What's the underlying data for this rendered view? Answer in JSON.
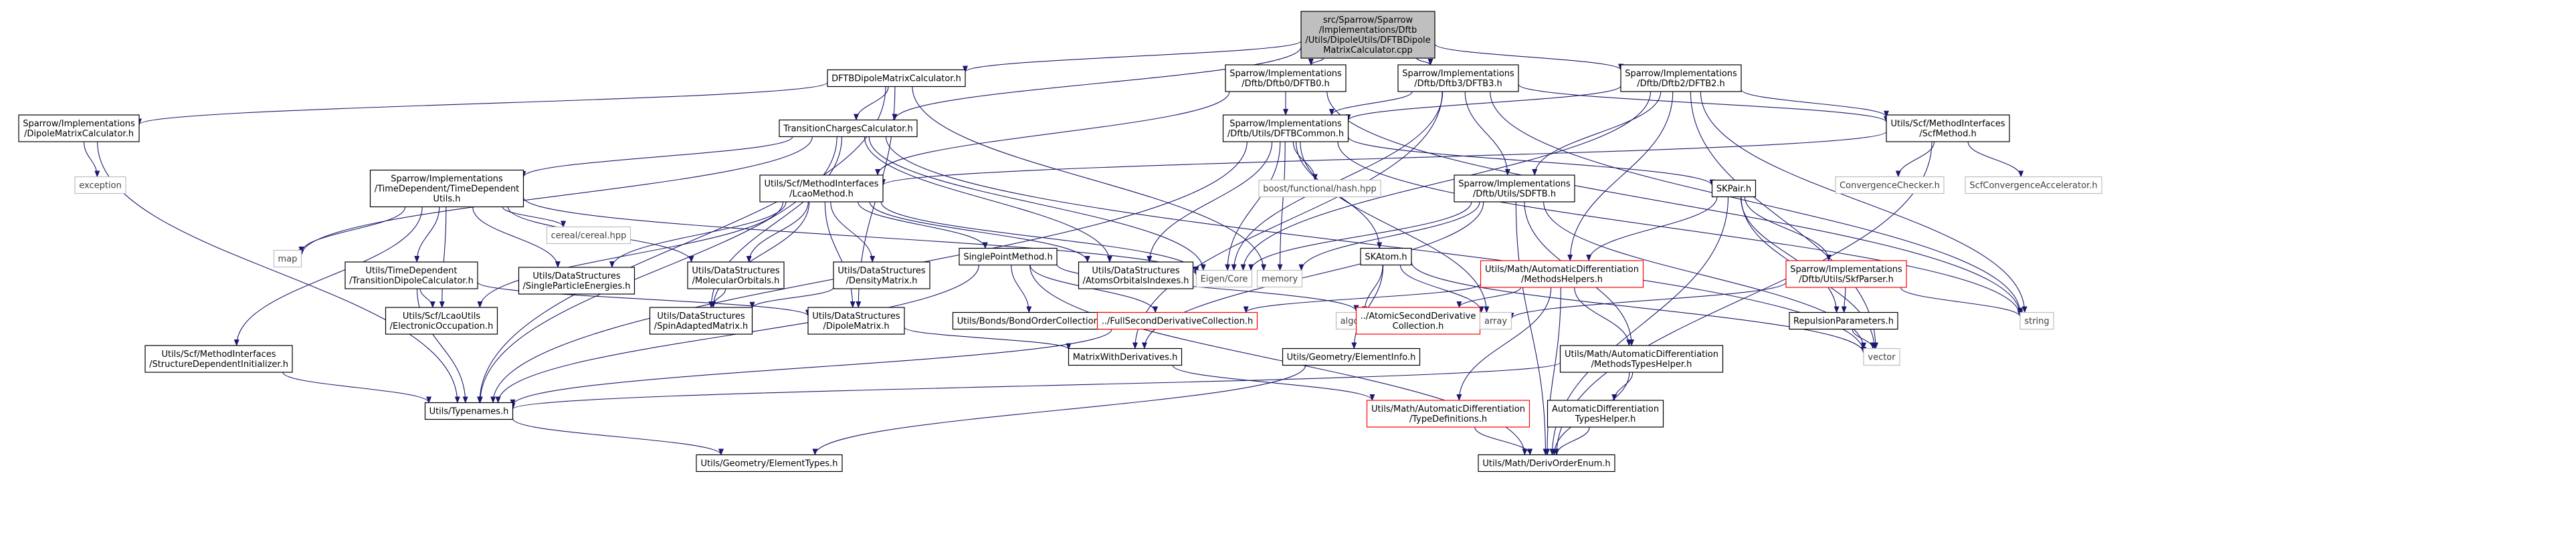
{
  "colors": {
    "edge": "#191970",
    "node_border": "#000000",
    "node_fill": "#ffffff",
    "root_fill": "#bfbfbf",
    "missing_border": "#ff0000",
    "external_border": "#bfbfbf",
    "external_text": "#404040"
  },
  "nodes": [
    {
      "id": "root",
      "kind": "root",
      "lines": [
        "src/Sparrow/Sparrow",
        "/Implementations/Dftb",
        "/Utils/DipoleUtils/DFTBDipole",
        "MatrixCalculator.cpp"
      ]
    },
    {
      "id": "dftbdipole",
      "kind": "normal",
      "lines": [
        "DFTBDipoleMatrixCalculator.h"
      ]
    },
    {
      "id": "dftb0",
      "kind": "normal",
      "lines": [
        "Sparrow/Implementations",
        "/Dftb/Dftb0/DFTB0.h"
      ]
    },
    {
      "id": "dftb3",
      "kind": "normal",
      "lines": [
        "Sparrow/Implementations",
        "/Dftb/Dftb3/DFTB3.h"
      ]
    },
    {
      "id": "dftb2",
      "kind": "normal",
      "lines": [
        "Sparrow/Implementations",
        "/Dftb/Dftb2/DFTB2.h"
      ]
    },
    {
      "id": "dipolecalc",
      "kind": "normal",
      "lines": [
        "Sparrow/Implementations",
        "/DipoleMatrixCalculator.h"
      ]
    },
    {
      "id": "tcc",
      "kind": "normal",
      "lines": [
        "TransitionChargesCalculator.h"
      ]
    },
    {
      "id": "dftbcommon",
      "kind": "normal",
      "lines": [
        "Sparrow/Implementations",
        "/Dftb/Utils/DFTBCommon.h"
      ]
    },
    {
      "id": "scfmethod",
      "kind": "normal",
      "lines": [
        "Utils/Scf/MethodInterfaces",
        "/ScfMethod.h"
      ]
    },
    {
      "id": "exception",
      "kind": "external",
      "lines": [
        "exception"
      ]
    },
    {
      "id": "tdutils",
      "kind": "normal",
      "lines": [
        "Sparrow/Implementations",
        "/TimeDependent/TimeDependent",
        "Utils.h"
      ]
    },
    {
      "id": "lcao",
      "kind": "normal",
      "lines": [
        "Utils/Scf/MethodInterfaces",
        "/LcaoMethod.h"
      ]
    },
    {
      "id": "boosthash",
      "kind": "external",
      "lines": [
        "boost/functional/hash.hpp"
      ]
    },
    {
      "id": "sdftb",
      "kind": "normal",
      "lines": [
        "Sparrow/Implementations",
        "/Dftb/Utils/SDFTB.h"
      ]
    },
    {
      "id": "skpair",
      "kind": "normal",
      "lines": [
        "SKPair.h"
      ]
    },
    {
      "id": "convchecker",
      "kind": "external",
      "lines": [
        "ConvergenceChecker.h"
      ]
    },
    {
      "id": "scfaccel",
      "kind": "external",
      "lines": [
        "ScfConvergenceAccelerator.h"
      ]
    },
    {
      "id": "map",
      "kind": "external",
      "lines": [
        "map"
      ]
    },
    {
      "id": "cereal",
      "kind": "external",
      "lines": [
        "cereal/cereal.hpp"
      ]
    },
    {
      "id": "tddipole",
      "kind": "normal",
      "lines": [
        "Utils/TimeDependent",
        "/TransitionDipoleCalculator.h"
      ]
    },
    {
      "id": "singleparticle",
      "kind": "normal",
      "lines": [
        "Utils/DataStructures",
        "/SingleParticleEnergies.h"
      ]
    },
    {
      "id": "molorbitals",
      "kind": "normal",
      "lines": [
        "Utils/DataStructures",
        "/MolecularOrbitals.h"
      ]
    },
    {
      "id": "densitymatrix",
      "kind": "normal",
      "lines": [
        "Utils/DataStructures",
        "/DensityMatrix.h"
      ]
    },
    {
      "id": "singlepoint",
      "kind": "normal",
      "lines": [
        "SinglePointMethod.h"
      ]
    },
    {
      "id": "eigencore",
      "kind": "external",
      "lines": [
        "Eigen/Core"
      ]
    },
    {
      "id": "atomsorbital",
      "kind": "normal",
      "lines": [
        "Utils/DataStructures",
        "/AtomsOrbitalsIndexes.h"
      ]
    },
    {
      "id": "memory",
      "kind": "external",
      "lines": [
        "memory"
      ]
    },
    {
      "id": "skatom",
      "kind": "normal",
      "lines": [
        "SKAtom.h"
      ]
    },
    {
      "id": "autodiffhelpers",
      "kind": "missing",
      "lines": [
        "Utils/Math/AutomaticDifferentiation",
        "/MethodsHelpers.h"
      ]
    },
    {
      "id": "skfparser",
      "kind": "missing",
      "lines": [
        "Sparrow/Implementations",
        "/Dftb/Utils/SkfParser.h"
      ]
    },
    {
      "id": "string",
      "kind": "external",
      "lines": [
        "string"
      ]
    },
    {
      "id": "structinit",
      "kind": "normal",
      "lines": [
        "Utils/Scf/MethodInterfaces",
        "/StructureDependentInitializer.h"
      ]
    },
    {
      "id": "elecocc",
      "kind": "normal",
      "lines": [
        "Utils/Scf/LcaoUtils",
        "/ElectronicOccupation.h"
      ]
    },
    {
      "id": "spinadapted",
      "kind": "normal",
      "lines": [
        "Utils/DataStructures",
        "/SpinAdaptedMatrix.h"
      ]
    },
    {
      "id": "dipolematrix",
      "kind": "normal",
      "lines": [
        "Utils/DataStructures",
        "/DipoleMatrix.h"
      ]
    },
    {
      "id": "bondorder",
      "kind": "normal",
      "lines": [
        "Utils/Bonds/BondOrderCollection.h"
      ]
    },
    {
      "id": "fullsecond",
      "kind": "missing",
      "lines": [
        "../FullSecondDerivativeCollection.h"
      ]
    },
    {
      "id": "algorithm",
      "kind": "external",
      "lines": [
        "algorithm"
      ]
    },
    {
      "id": "atomicsecond",
      "kind": "missing",
      "lines": [
        "../AtomicSecondDerivative",
        "Collection.h"
      ]
    },
    {
      "id": "array",
      "kind": "external",
      "lines": [
        "array"
      ]
    },
    {
      "id": "repulsion",
      "kind": "normal",
      "lines": [
        "RepulsionParameters.h"
      ]
    },
    {
      "id": "elementinfo",
      "kind": "normal",
      "lines": [
        "Utils/Geometry/ElementInfo.h"
      ]
    },
    {
      "id": "matrixderiv",
      "kind": "normal",
      "lines": [
        "MatrixWithDerivatives.h"
      ]
    },
    {
      "id": "methodstypes",
      "kind": "normal",
      "lines": [
        "Utils/Math/AutomaticDifferentiation",
        "/MethodsTypesHelper.h"
      ]
    },
    {
      "id": "vector",
      "kind": "external",
      "lines": [
        "vector"
      ]
    },
    {
      "id": "typenames",
      "kind": "normal",
      "lines": [
        "Utils/Typenames.h"
      ]
    },
    {
      "id": "typedefs",
      "kind": "missing",
      "lines": [
        "Utils/Math/AutomaticDifferentiation",
        "/TypeDefinitions.h"
      ]
    },
    {
      "id": "autodifftypes",
      "kind": "normal",
      "lines": [
        "AutomaticDifferentiation",
        "TypesHelper.h"
      ]
    },
    {
      "id": "elementtypes",
      "kind": "normal",
      "lines": [
        "Utils/Geometry/ElementTypes.h"
      ]
    },
    {
      "id": "derivorder",
      "kind": "normal",
      "lines": [
        "Utils/Math/DerivOrderEnum.h"
      ]
    }
  ],
  "edges": [
    [
      "root",
      "dftbdipole"
    ],
    [
      "root",
      "dftb0"
    ],
    [
      "root",
      "dftb3"
    ],
    [
      "root",
      "dftb2"
    ],
    [
      "root",
      "tcc"
    ],
    [
      "dftbdipole",
      "dipolecalc"
    ],
    [
      "dftbdipole",
      "tcc"
    ],
    [
      "dftbdipole",
      "typenames"
    ],
    [
      "dftbdipole",
      "dipolematrix"
    ],
    [
      "dftbdipole",
      "memory"
    ],
    [
      "dipolecalc",
      "exception"
    ],
    [
      "dipolecalc",
      "typenames"
    ],
    [
      "tcc",
      "tdutils"
    ],
    [
      "tcc",
      "map"
    ],
    [
      "tcc",
      "spinadapted"
    ],
    [
      "tcc",
      "atomsorbital"
    ],
    [
      "tcc",
      "eigencore"
    ],
    [
      "tcc",
      "typenames"
    ],
    [
      "tcc",
      "vector"
    ],
    [
      "dftb0",
      "lcao"
    ],
    [
      "dftb0",
      "dftbcommon"
    ],
    [
      "dftb0",
      "string"
    ],
    [
      "dftb3",
      "dftbcommon"
    ],
    [
      "dftb3",
      "sdftb"
    ],
    [
      "dftb3",
      "scfmethod"
    ],
    [
      "dftb3",
      "eigencore"
    ],
    [
      "dftb3",
      "matrixderiv"
    ],
    [
      "dftb3",
      "string"
    ],
    [
      "dftb2",
      "dftbcommon"
    ],
    [
      "dftb2",
      "sdftb"
    ],
    [
      "dftb2",
      "scfmethod"
    ],
    [
      "dftb2",
      "eigencore"
    ],
    [
      "dftb2",
      "vector"
    ],
    [
      "dftb2",
      "string"
    ],
    [
      "dftb2",
      "autodiffhelpers"
    ],
    [
      "dftbcommon",
      "skatom"
    ],
    [
      "dftbcommon",
      "skpair"
    ],
    [
      "dftbcommon",
      "atomsorbital"
    ],
    [
      "dftbcommon",
      "boosthash"
    ],
    [
      "dftbcommon",
      "memory"
    ],
    [
      "dftbcommon",
      "typenames"
    ],
    [
      "dftbcommon",
      "array"
    ],
    [
      "dftbcommon",
      "eigencore"
    ],
    [
      "dftbcommon",
      "string"
    ],
    [
      "scfmethod",
      "lcao"
    ],
    [
      "scfmethod",
      "convchecker"
    ],
    [
      "scfmethod",
      "scfaccel"
    ],
    [
      "scfmethod",
      "derivorder"
    ],
    [
      "tdutils",
      "map"
    ],
    [
      "tdutils",
      "cereal"
    ],
    [
      "tdutils",
      "tddipole"
    ],
    [
      "tdutils",
      "singleparticle"
    ],
    [
      "tdutils",
      "molorbitals"
    ],
    [
      "tdutils",
      "structinit"
    ],
    [
      "tdutils",
      "eigencore"
    ],
    [
      "tdutils",
      "elecocc"
    ],
    [
      "lcao",
      "singlepoint"
    ],
    [
      "lcao",
      "densitymatrix"
    ],
    [
      "lcao",
      "molorbitals"
    ],
    [
      "lcao",
      "singleparticle"
    ],
    [
      "lcao",
      "spinadapted"
    ],
    [
      "lcao",
      "atomsorbital"
    ],
    [
      "lcao",
      "elecocc"
    ],
    [
      "lcao",
      "eigencore"
    ],
    [
      "lcao",
      "dipolematrix"
    ],
    [
      "sdftb",
      "eigencore"
    ],
    [
      "sdftb",
      "memory"
    ],
    [
      "sdftb",
      "vector"
    ],
    [
      "sdftb",
      "methodstypes"
    ],
    [
      "sdftb",
      "derivorder"
    ],
    [
      "sdftb",
      "matrixderiv"
    ],
    [
      "skpair",
      "skfparser"
    ],
    [
      "skpair",
      "repulsion"
    ],
    [
      "skpair",
      "derivorder"
    ],
    [
      "skpair",
      "autodiffhelpers"
    ],
    [
      "skpair",
      "vector"
    ],
    [
      "skfparser",
      "array"
    ],
    [
      "skfparser",
      "string"
    ],
    [
      "skfparser",
      "repulsion"
    ],
    [
      "repulsion",
      "vector"
    ],
    [
      "skatom",
      "algorithm"
    ],
    [
      "skatom",
      "array"
    ],
    [
      "skatom",
      "elementinfo"
    ],
    [
      "skatom",
      "vector"
    ],
    [
      "autodiffhelpers",
      "fullsecond"
    ],
    [
      "autodiffhelpers",
      "atomicsecond"
    ],
    [
      "autodiffhelpers",
      "methodstypes"
    ],
    [
      "autodiffhelpers",
      "typedefs"
    ],
    [
      "autodiffhelpers",
      "derivorder"
    ],
    [
      "tddipole",
      "elecocc"
    ],
    [
      "tddipole",
      "typenames"
    ],
    [
      "tddipole",
      "dipolematrix"
    ],
    [
      "molorbitals",
      "spinadapted"
    ],
    [
      "densitymatrix",
      "spinadapted"
    ],
    [
      "singlepoint",
      "bondorder"
    ],
    [
      "singlepoint",
      "fullsecond"
    ],
    [
      "singlepoint",
      "atomicsecond"
    ],
    [
      "singlepoint",
      "typenames"
    ],
    [
      "singlepoint",
      "derivorder"
    ],
    [
      "structinit",
      "typenames"
    ],
    [
      "fullsecond",
      "typenames"
    ],
    [
      "dipolematrix",
      "matrixderiv"
    ],
    [
      "matrixderiv",
      "typedefs"
    ],
    [
      "methodstypes",
      "typenames"
    ],
    [
      "methodstypes",
      "autodifftypes"
    ],
    [
      "methodstypes",
      "derivorder"
    ],
    [
      "autodifftypes",
      "derivorder"
    ],
    [
      "typedefs",
      "derivorder"
    ],
    [
      "typenames",
      "elementtypes"
    ],
    [
      "elementinfo",
      "elementtypes"
    ]
  ]
}
